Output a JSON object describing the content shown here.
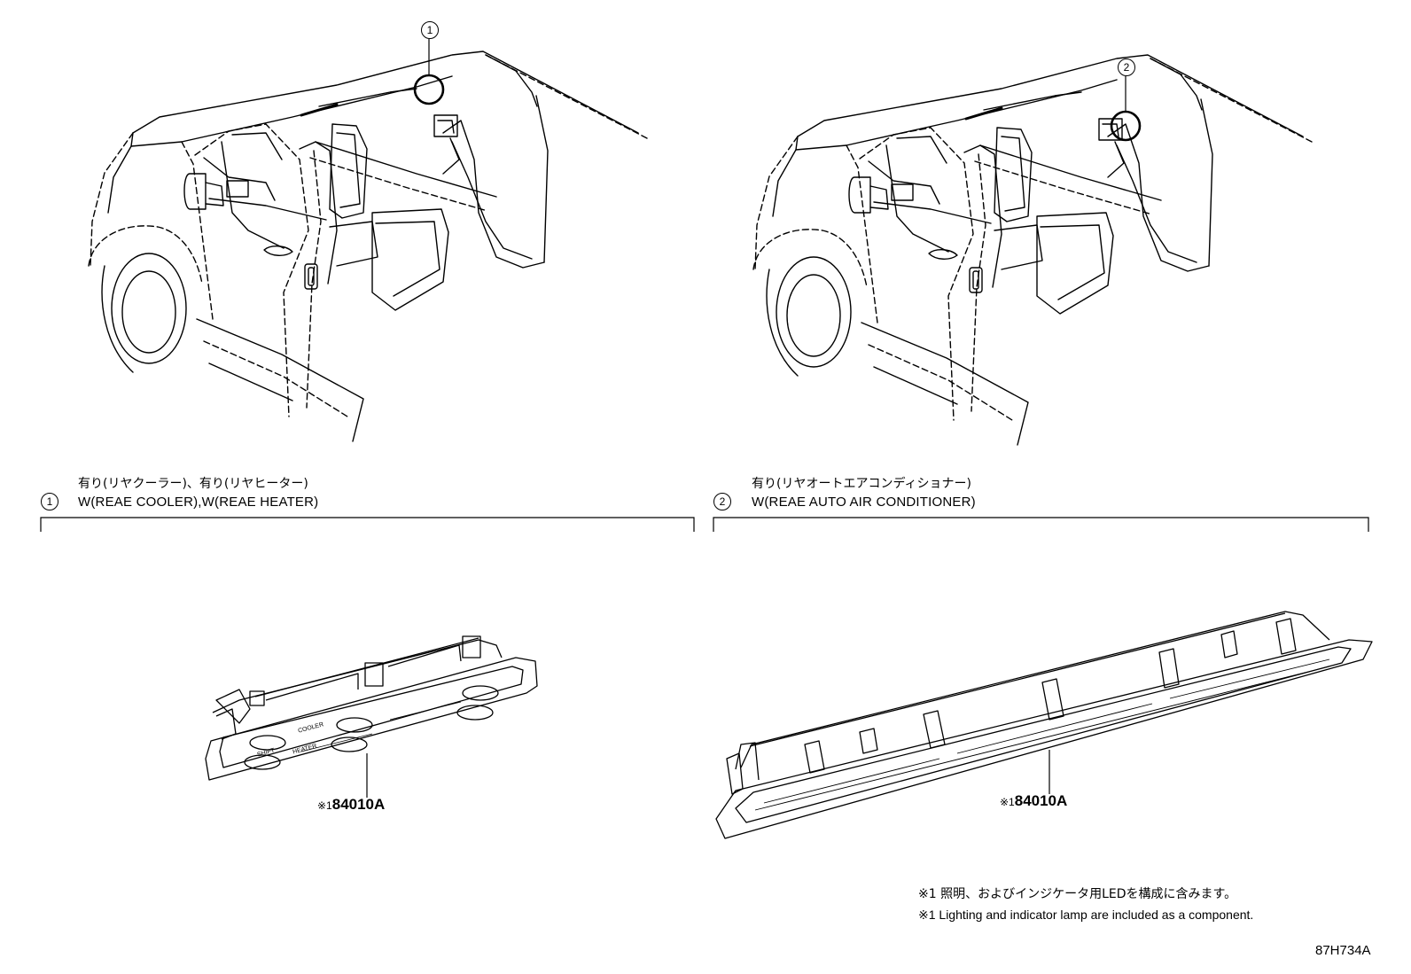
{
  "variants": [
    {
      "id": "1",
      "label_jp": "有り(リヤクーラー)、有り(リヤヒーター)",
      "label_en": "W(REAE COOLER),W(REAE HEATER)",
      "part": {
        "prefix": "※1",
        "number": "84010A"
      },
      "panel_text": {
        "mode": "SHIFT",
        "cooler": "COOLER",
        "heater": "HEATER"
      }
    },
    {
      "id": "2",
      "label_jp": "有り(リヤオートエアコンディショナー)",
      "label_en": "W(REAE AUTO AIR CONDITIONER)",
      "part": {
        "prefix": "※1",
        "number": "84010A"
      }
    }
  ],
  "notes": {
    "jp": "※1 照明、およびインジケータ用LEDを構成に含みます。",
    "en": "※1 Lighting and indicator lamp are included as a component."
  },
  "diagram_code": "87H734A"
}
